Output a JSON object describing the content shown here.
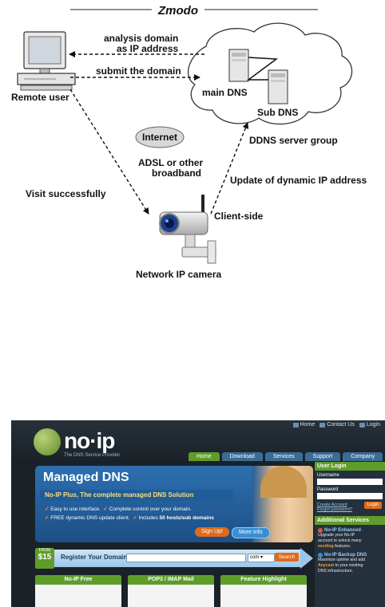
{
  "diagram": {
    "brand": "Zmodo",
    "labels": {
      "analysis_line1": "analysis domain",
      "analysis_line2": "as IP address",
      "submit": "submit the domain",
      "remote_user": "Remote user",
      "main_dns": "main DNS",
      "sub_dns": "Sub DNS",
      "internet": "Internet",
      "ddns_group": "DDNS server group",
      "adsl_line1": "ADSL or other",
      "adsl_line2": "broadband",
      "update": "Update of dynamic IP address",
      "visit": "Visit successfully",
      "client_side": "Client-side",
      "camera": "Network IP camera"
    }
  },
  "website": {
    "top_links": [
      "Home",
      "Contact Us",
      "Login"
    ],
    "logo_text": "no·ip",
    "logo_tagline": "The DNS Service Provider",
    "tabs": [
      "Home",
      "Download",
      "Services",
      "Support",
      "Company"
    ],
    "hero": {
      "title": "Managed DNS",
      "subtitle": "No-IP Plus, The complete managed DNS Solution",
      "feature1a": "Easy to use interface.",
      "feature1b": "Complete control over your domain.",
      "feature2a": "FREE dynamic DNS update client.",
      "feature2b_pre": "Includes",
      "feature2b_bold": "50 hosts/sub domains",
      "signup_btn": "Sign Up!",
      "moreinfo_btn": "More Info"
    },
    "register": {
      "from_label": "FROM",
      "price": "$15",
      "label": "Register Your Domain",
      "tld_value": "com",
      "search_btn": "Search"
    },
    "bottom_boxes": [
      "No-IP Free",
      "POP3 / IMAP Mail",
      "Feature Highlight"
    ],
    "sidebar": {
      "login_title": "User Login",
      "username_label": "Username",
      "password_label": "Password",
      "create_account": "Create Account",
      "forgot_password": "Forgot password?",
      "login_btn": "Login",
      "services_title": "Additional Services",
      "service1_title": "No-IP Enhanced",
      "service1_text1": "Upgrade your No-IP",
      "service1_text2": "account to unlock many",
      "service1_text3_bold": "exciting",
      "service1_text3_rest": "features.",
      "service2_title": "No-IP Backup DNS",
      "service2_text1": "Maximize uptime and add",
      "service2_text2_bold": "Anycast",
      "service2_text2_rest": "to your existing",
      "service2_text3": "DNS infrastructure."
    }
  },
  "colors": {
    "green": "#5f9d2b",
    "orange": "#e06a1b",
    "blue": "#2e6fb0",
    "dark": "#1a2228"
  }
}
